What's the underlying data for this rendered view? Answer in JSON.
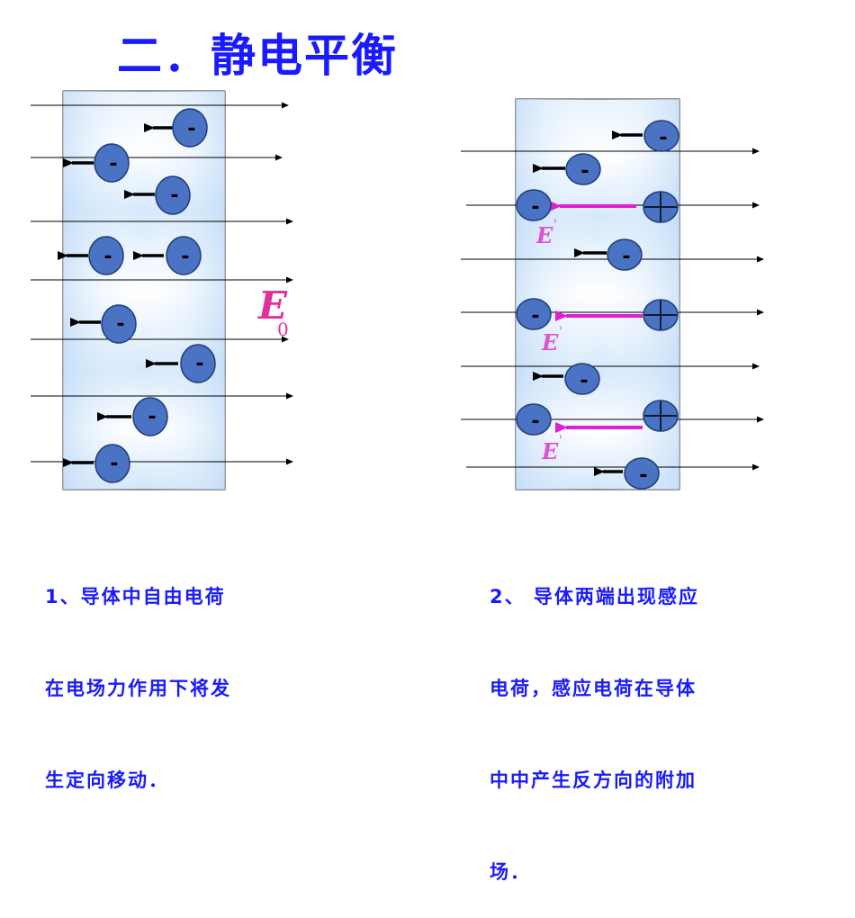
{
  "title": "二．静电平衡",
  "left_panel": {
    "field_label": "E",
    "field_label_sub": "0",
    "electron_sign": "-"
  },
  "right_panel": {
    "induced_label": "E",
    "induced_label_sup": "'",
    "electron_sign": "-",
    "positive_symbol": "⊕"
  },
  "caption_left": {
    "lines": [
      "1、导体中自由电荷",
      "在电场力作用下将发",
      "生定向移动．"
    ]
  },
  "caption_right": {
    "lines": [
      "2、 导体两端出现感应",
      "电荷，感应电荷在导体",
      "中中产生反方向的附加",
      "场．"
    ]
  },
  "colors": {
    "title": "#1a1aff",
    "caption": "#1a1aff",
    "electron_fill": "#4a73c4",
    "induced_arrow": "#e020d0",
    "field_label": "#e0309a"
  }
}
